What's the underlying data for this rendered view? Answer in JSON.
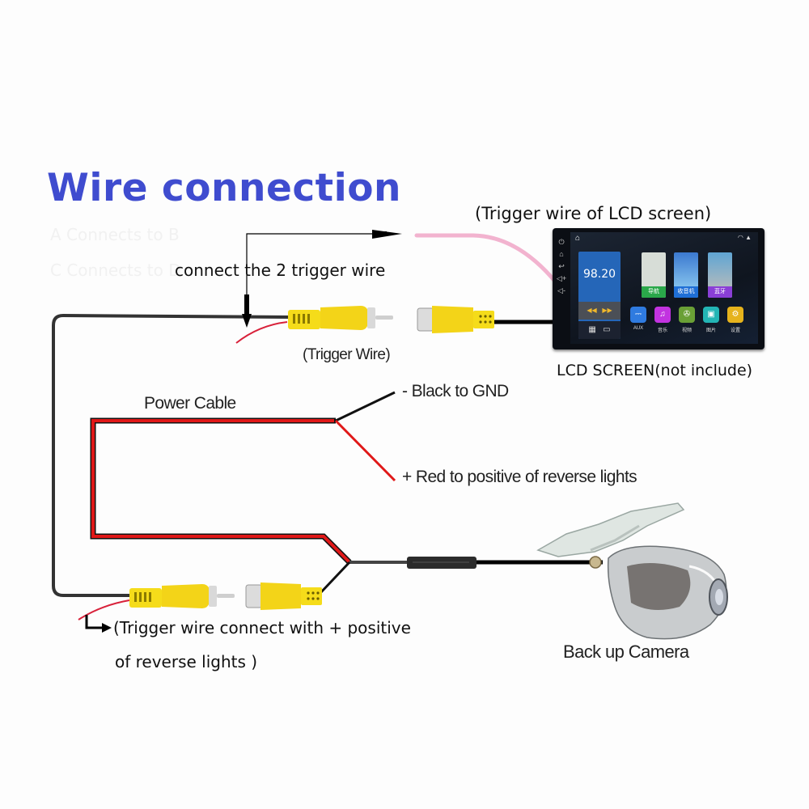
{
  "title": "Wire connection",
  "ghost_text": [
    "A Connects to B",
    "C Connects to D"
  ],
  "labels": {
    "connect_trigger": "connect the 2 trigger wire",
    "lcd_trigger": "(Trigger wire of LCD screen)",
    "trigger_wire": "(Trigger Wire)",
    "lcd_screen": "LCD SCREEN(not include)",
    "power_cable": "Power Cable",
    "black_gnd": "- Black to GND",
    "red_positive": "+ Red to positive of reverse lights",
    "trigger_connect_line1": "(Trigger wire connect with + positive",
    "trigger_connect_line2": "of reverse lights )",
    "camera": "Back up Camera"
  },
  "lcd": {
    "radio_frequency": "98.20",
    "side_buttons": [
      "power-icon",
      "home-icon",
      "back-icon",
      "volume-up-icon",
      "volume-down-icon"
    ],
    "tiles": [
      {
        "caption": "导航",
        "color": "#2aa84a"
      },
      {
        "caption": "收音机",
        "color": "#1f6fd6"
      },
      {
        "caption": "蓝牙",
        "color": "#8a3fd6"
      }
    ],
    "apps": [
      {
        "caption": "AUX",
        "color": "#2f7be0",
        "icon": "aux-icon"
      },
      {
        "caption": "音乐",
        "color": "#c233e0",
        "icon": "music-icon"
      },
      {
        "caption": "视频",
        "color": "#6aa036",
        "icon": "video-icon"
      },
      {
        "caption": "图片",
        "color": "#23b5b5",
        "icon": "picture-icon"
      },
      {
        "caption": "设置",
        "color": "#e6b31c",
        "icon": "settings-icon"
      }
    ]
  },
  "colors": {
    "title": "#3f4ccf",
    "rca_yellow": "#f5dc1a",
    "power_red": "#e01818",
    "trigger_pink": "#f2b3cf",
    "cable_black": "#111111"
  }
}
